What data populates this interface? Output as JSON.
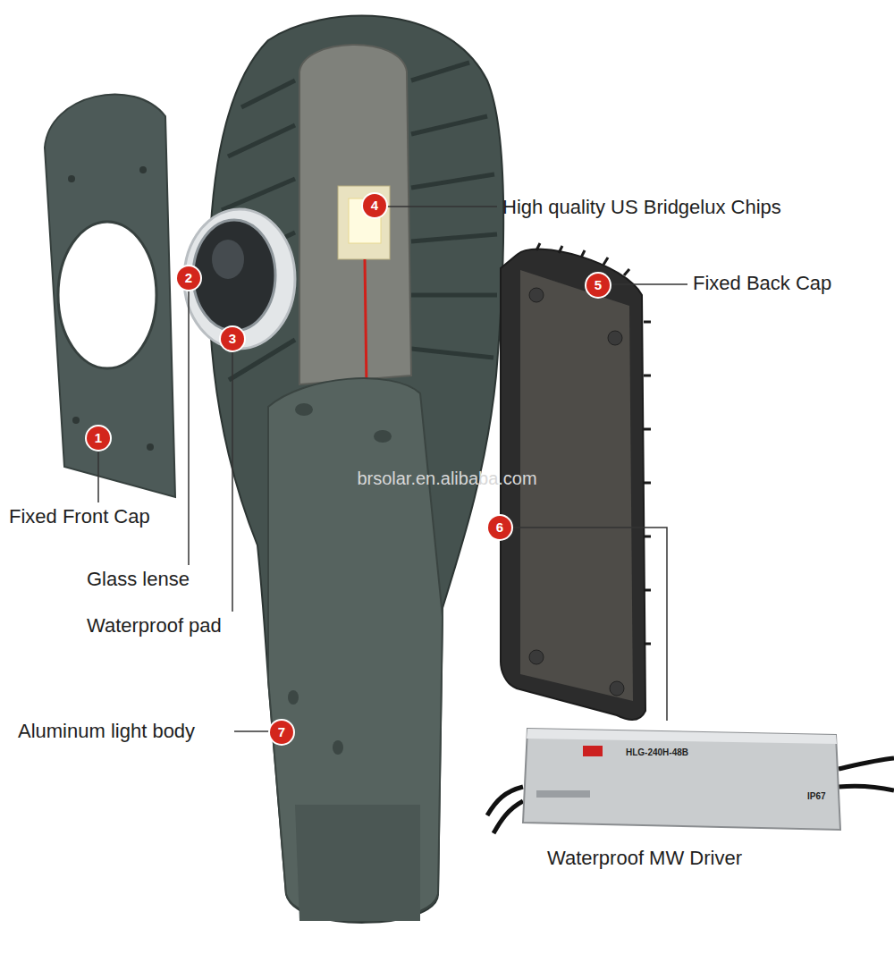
{
  "diagram": {
    "labels": [
      "High quality US Bridgelux Chips",
      "Fixed Back Cap",
      "Fixed Front Cap",
      "Glass lense",
      "Waterproof pad",
      "Aluminum light body",
      "Waterproof MW Driver",
      "1",
      "2",
      "3",
      "4",
      "5",
      "6",
      "7",
      "brsolar.en.alibaba.com",
      "HLG-240H-48B",
      "IP67"
    ]
  }
}
